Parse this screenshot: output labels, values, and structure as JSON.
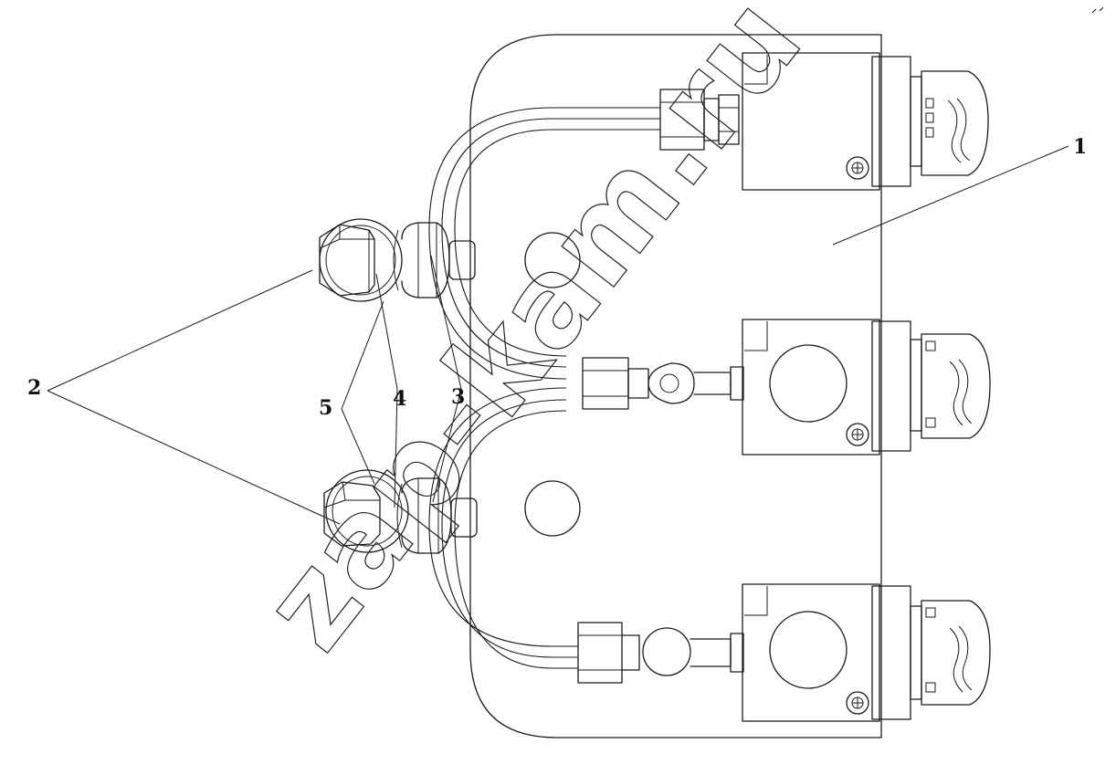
{
  "callouts": {
    "c1": "1",
    "c2": "2",
    "c3": "3",
    "c4": "4",
    "c5": "5"
  },
  "watermark": "zap-kam.ru",
  "colors": {
    "line": "#1a1a1a",
    "background": "#ffffff"
  }
}
